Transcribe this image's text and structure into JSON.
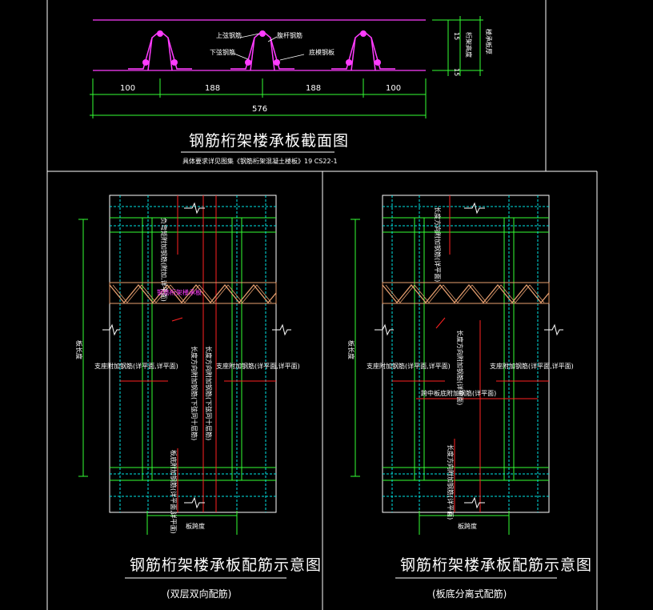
{
  "section": {
    "title": "钢筋桁架楼承板截面图",
    "note": "具体要求详见图集《钢筋桁架混凝土楼板》19 CS22-1",
    "labels": {
      "top_chord": "上弦钢筋",
      "bottom_chord": "下弦钢筋",
      "web_bar": "腹杆钢筋",
      "base_plate": "底模钢板",
      "top_bar_cover": "15",
      "bottom_bar_cover": "15",
      "truss_height": "桁架高度",
      "slab_thickness": "楼承板厚"
    },
    "dims": [
      "100",
      "188",
      "188",
      "100"
    ],
    "total": "576"
  },
  "left_plan": {
    "title": "钢筋桁架楼承板配筋示意图",
    "subtitle": "(双层双向配筋)",
    "span_label": "板跨度",
    "side_label": "板长度",
    "truss_label": "钢筋桁架楼承板",
    "top_add_bar": "负弯矩附加钢筋(附加,详平面)",
    "cross_bar_1": "支座附加钢筋(详平面,详平面)",
    "cross_bar_2": "支座附加钢筋(详平面,详平面)",
    "long_bar_1": "长度方向附加钢筋(下弦同十层筋)",
    "long_bar_2": "长度方向附加钢筋(下弦同十层筋)",
    "bottom_add_bar": "板底附加钢筋(详平面,详平面)"
  },
  "right_plan": {
    "title": "钢筋桁架楼承板配筋示意图",
    "subtitle": "(板底分离式配筋)",
    "span_label": "板跨度",
    "side_label": "板长度",
    "top_add_bar": "长度方向附加钢筋(详平面)",
    "cross_bar_1": "支座附加钢筋(详平面,详平面)",
    "cross_bar_2": "支座附加钢筋(详平面,详平面)",
    "long_bar": "长度方向附加钢筋(详平面)",
    "mid_bar": "跨中板底附加钢筋(详平面)",
    "bottom_add_bar": "长度方向附加钢筋(详平面)"
  },
  "colors": {
    "background": "#000000",
    "frame": "#ffffff",
    "truss": "#ff3cff",
    "dimension": "#33ff33",
    "rebar_red": "#ff2222",
    "grid_cyan": "#00e5e5",
    "deck": "#e8a070"
  }
}
